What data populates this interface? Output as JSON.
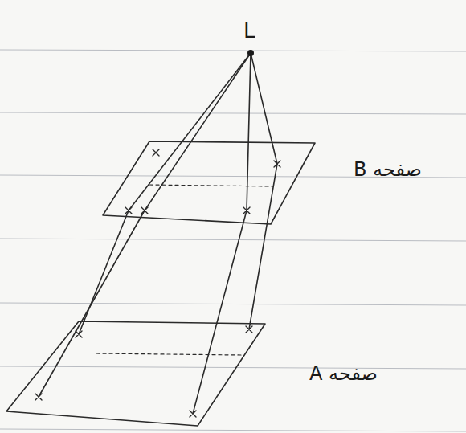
{
  "diagram": {
    "labels": [
      "L",
      "صفحه B",
      "صفحه A"
    ]
  }
}
